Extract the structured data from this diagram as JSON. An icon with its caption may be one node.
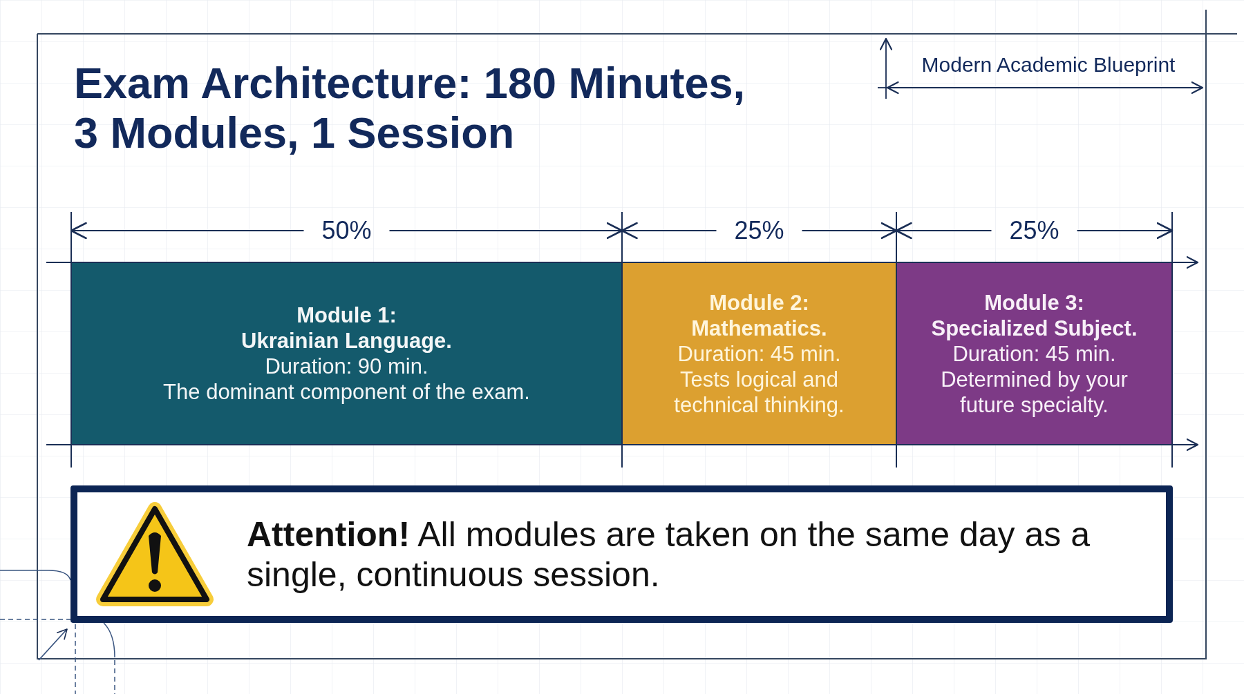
{
  "diagram": {
    "title": "Exam Architecture: 180 Minutes, 3 Modules, 1 Session",
    "nodes": [
      {
        "text": [
          "Module 1:",
          "Ukrainian Language.",
          "Duration: 90 min.",
          "The dominant component of the exam."
        ]
      },
      {
        "text": [
          "Module 2:",
          "Mathematics.",
          "Duration: 45 min.",
          "Tests logical and technical thinking."
        ]
      },
      {
        "text": [
          "Module 3:",
          "Specialized Subject.",
          "Duration: 45 min.",
          "Determined by your future specialty."
        ]
      },
      {
        "text": [
          "**Attention!** All modules are taken on the same day as a single, continuous session."
        ]
      }
    ],
    "labels": [
      "Modern Academic Blueprint",
      "50%",
      "25%",
      "25%"
    ]
  }
}
